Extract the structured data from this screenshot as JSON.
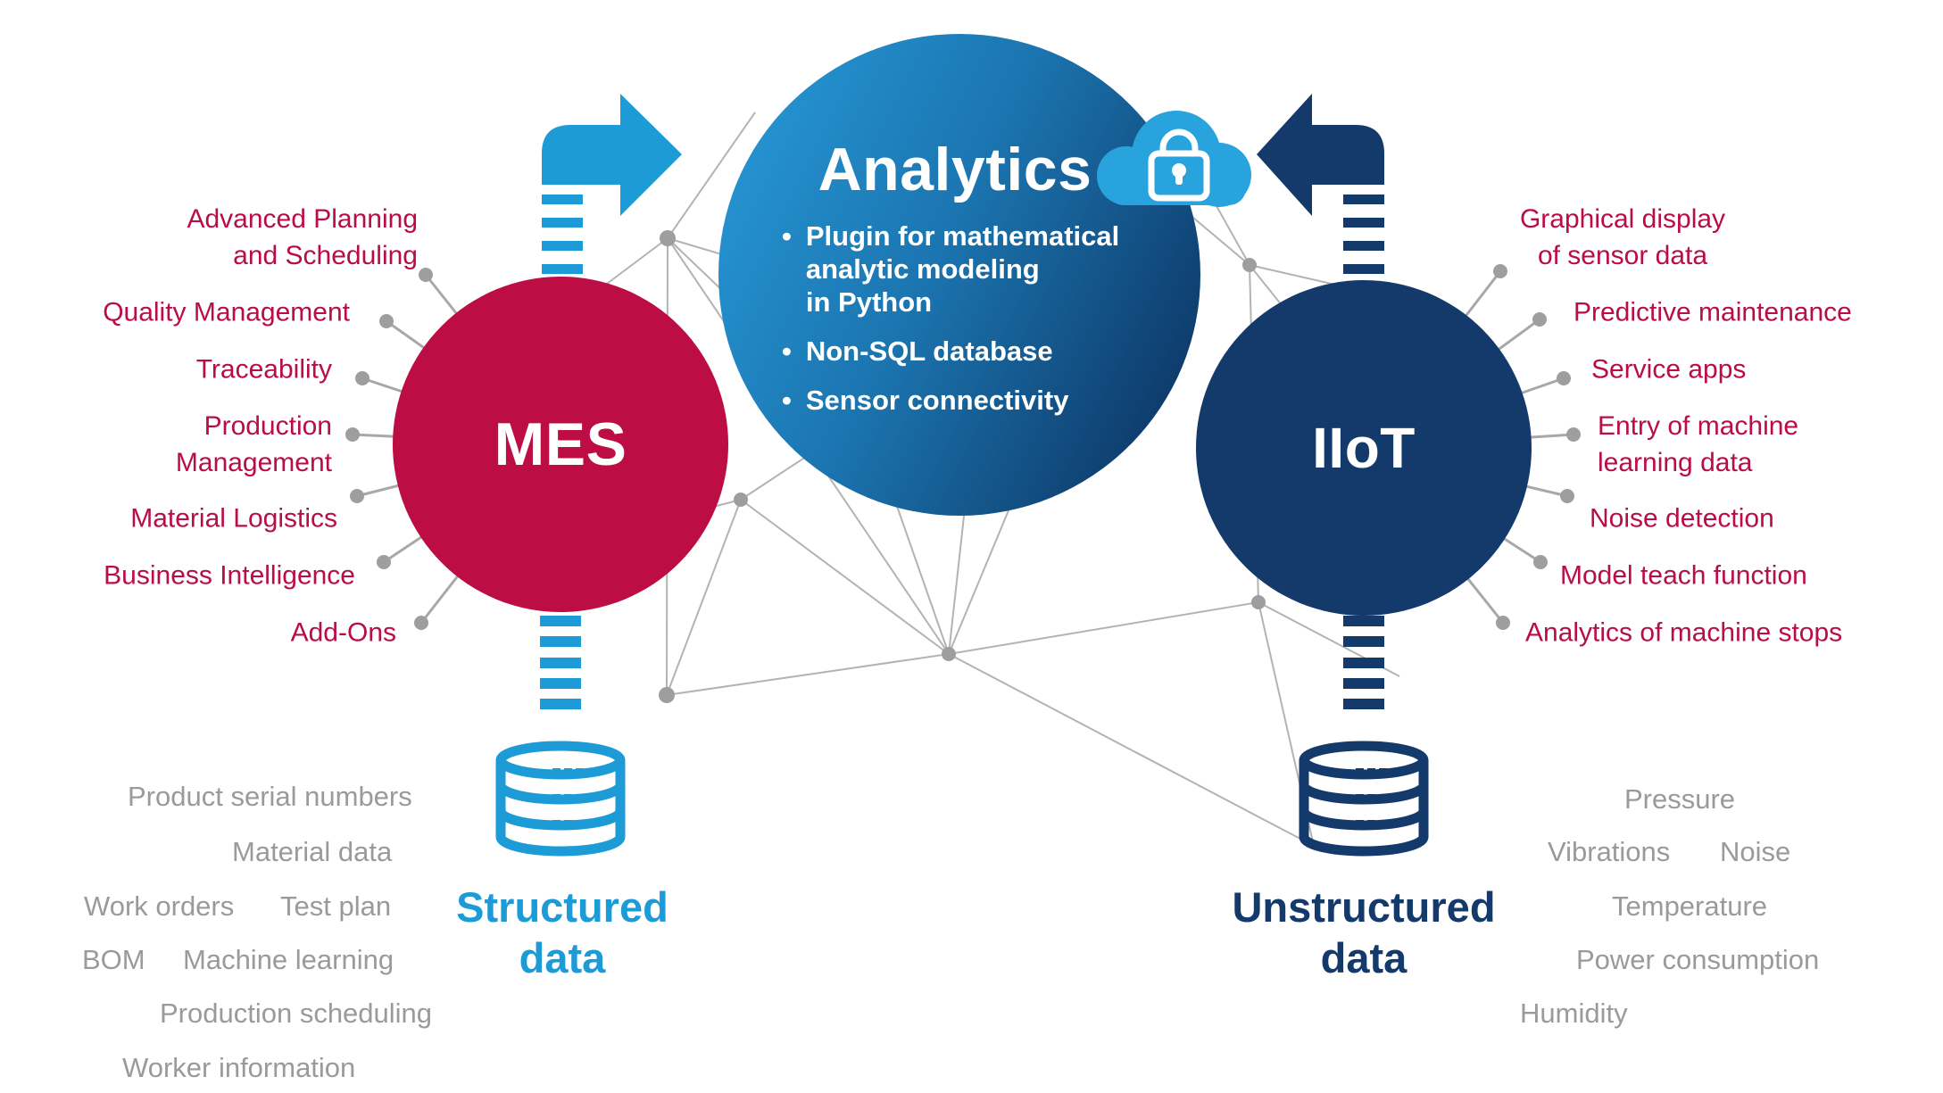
{
  "colors": {
    "mes_crimson": "#BC0D45",
    "label_crimson": "#B90D45",
    "iiot_navy": "#143A6B",
    "light_blue": "#1D9BD7",
    "cloud_blue": "#29A3DD",
    "grad_start": "#2595D3",
    "grad_end": "#0D3766",
    "gray_text": "#9A9A9A",
    "mesh_line": "#B3B3B3",
    "mesh_dot": "#9E9E9E"
  },
  "icons": {
    "cloud_lock": "cloud-lock-icon",
    "database": "database-icon",
    "arrow_right": "arrow-right-icon",
    "arrow_left": "arrow-left-icon",
    "network_mesh": "network-mesh"
  },
  "mes": {
    "label": "MES",
    "features": [
      "Advanced Planning\nand Scheduling",
      "Quality Management",
      "Traceability",
      "Production\nManagement",
      "Material Logistics",
      "Business Intelligence",
      "Add-Ons"
    ]
  },
  "analytics": {
    "title": "Analytics",
    "bullets": [
      "Plugin for mathematical\nanalytic modeling\nin Python",
      "Non-SQL database",
      "Sensor connectivity"
    ]
  },
  "iiot": {
    "label": "IIoT",
    "features": [
      "Graphical display\nof sensor data",
      "Predictive maintenance",
      "Service apps",
      "Entry of machine\nlearning data",
      "Noise detection",
      "Model teach function",
      "Analytics of machine stops"
    ]
  },
  "structured": {
    "title": "Structured\ndata",
    "items": [
      "Product serial numbers",
      "Material data",
      "Work orders",
      "Test plan",
      "BOM",
      "Machine learning",
      "Production scheduling",
      "Worker information"
    ]
  },
  "unstructured": {
    "title": "Unstructured\ndata",
    "items": [
      "Pressure",
      "Vibrations",
      "Noise",
      "Temperature",
      "Power consumption",
      "Humidity"
    ]
  }
}
